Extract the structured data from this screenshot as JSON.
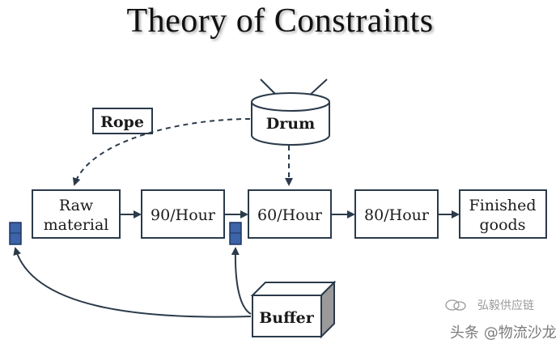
{
  "title": "Theory of Constraints",
  "nodes": {
    "raw_material": {
      "line1": "Raw",
      "line2": "material"
    },
    "step1": "90/Hour",
    "step2": "60/Hour",
    "step3": "80/Hour",
    "finished": {
      "line1": "Finished",
      "line2": "goods"
    }
  },
  "labels": {
    "rope": "Rope",
    "drum": "Drum",
    "buffer": "Buffer"
  },
  "watermark": {
    "line1": "弘毅供应链",
    "line2": "头条 @物流沙龙"
  },
  "colors": {
    "line": "#2b3a4a",
    "buffer_block": "#3d63a8"
  }
}
